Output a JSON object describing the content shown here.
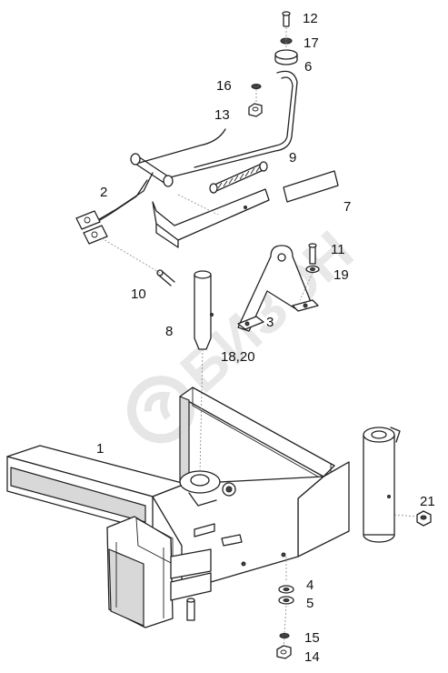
{
  "callouts": {
    "c1": "1",
    "c2": "2",
    "c3": "3",
    "c4": "4",
    "c5": "5",
    "c6": "6",
    "c7": "7",
    "c8": "8",
    "c9": "9",
    "c10": "10",
    "c11": "11",
    "c12": "12",
    "c13": "13",
    "c14": "14",
    "c15": "15",
    "c16": "16",
    "c17": "17",
    "c19": "19",
    "c18_20": "18,20",
    "c21": "21"
  },
  "watermark": {
    "text": "БИЗОН",
    "color": "#e8e8e8"
  }
}
